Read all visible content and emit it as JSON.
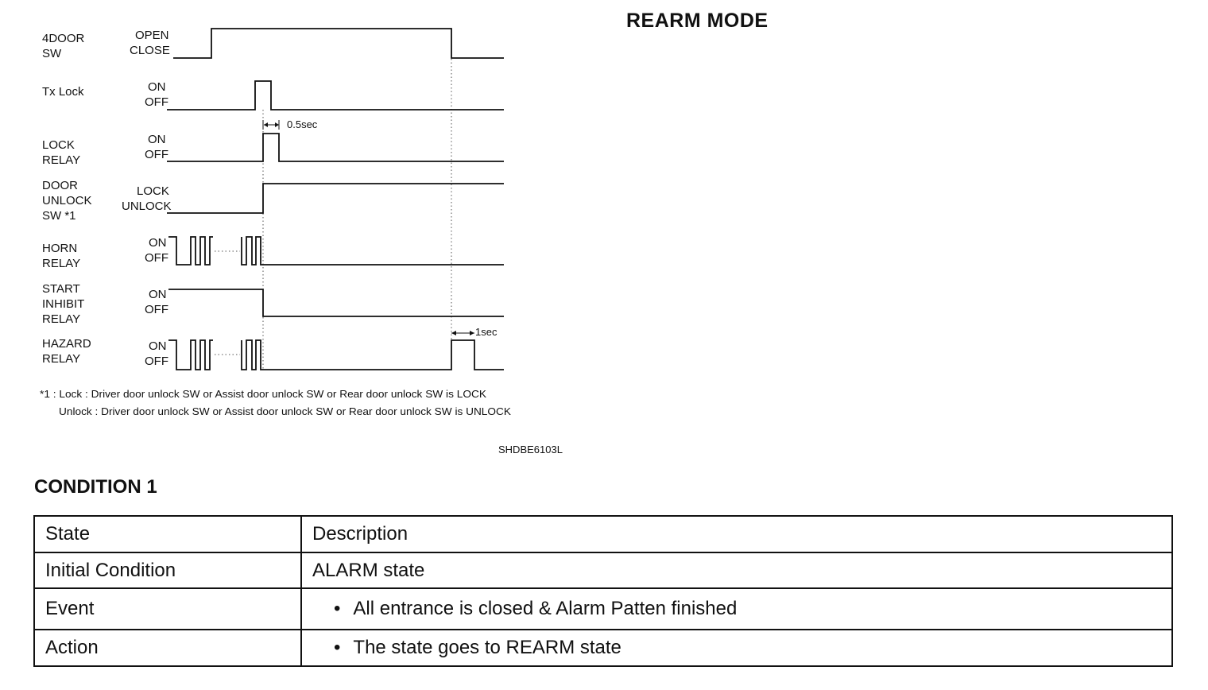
{
  "title": "REARM MODE",
  "diagram": {
    "signals": [
      {
        "name": "4DOOR\nSW",
        "high": "OPEN",
        "low": "CLOSE"
      },
      {
        "name": "Tx Lock",
        "high": "ON",
        "low": "OFF"
      },
      {
        "name": "LOCK\nRELAY",
        "high": "ON",
        "low": "OFF"
      },
      {
        "name": "DOOR\nUNLOCK\nSW *1",
        "high": "LOCK",
        "low": "UNLOCK"
      },
      {
        "name": "HORN\nRELAY",
        "high": "ON",
        "low": "OFF"
      },
      {
        "name": "START\nINHIBIT\nRELAY",
        "high": "ON",
        "low": "OFF"
      },
      {
        "name": "HAZARD\nRELAY",
        "high": "ON",
        "low": "OFF"
      }
    ],
    "dim_lock_pulse": "0.5sec",
    "dim_hazard_pulse": "1sec",
    "footnote_line1": "*1 : Lock : Driver door unlock SW or Assist door unlock SW or Rear door unlock SW is LOCK",
    "footnote_line2": "Unlock : Driver door unlock SW or Assist door unlock SW or Rear door unlock SW is UNLOCK",
    "figure_code": "SHDBE6103L"
  },
  "condition_title": "CONDITION 1",
  "table": {
    "header": {
      "state": "State",
      "description": "Description"
    },
    "rows": [
      {
        "state": "Initial Condition",
        "description": "ALARM  state",
        "bullet": ""
      },
      {
        "state": "Event",
        "description": "All entrance is closed  &  Alarm Patten finished",
        "bullet": "•"
      },
      {
        "state": "Action",
        "description": "The state goes to REARM state",
        "bullet": "•"
      }
    ]
  }
}
